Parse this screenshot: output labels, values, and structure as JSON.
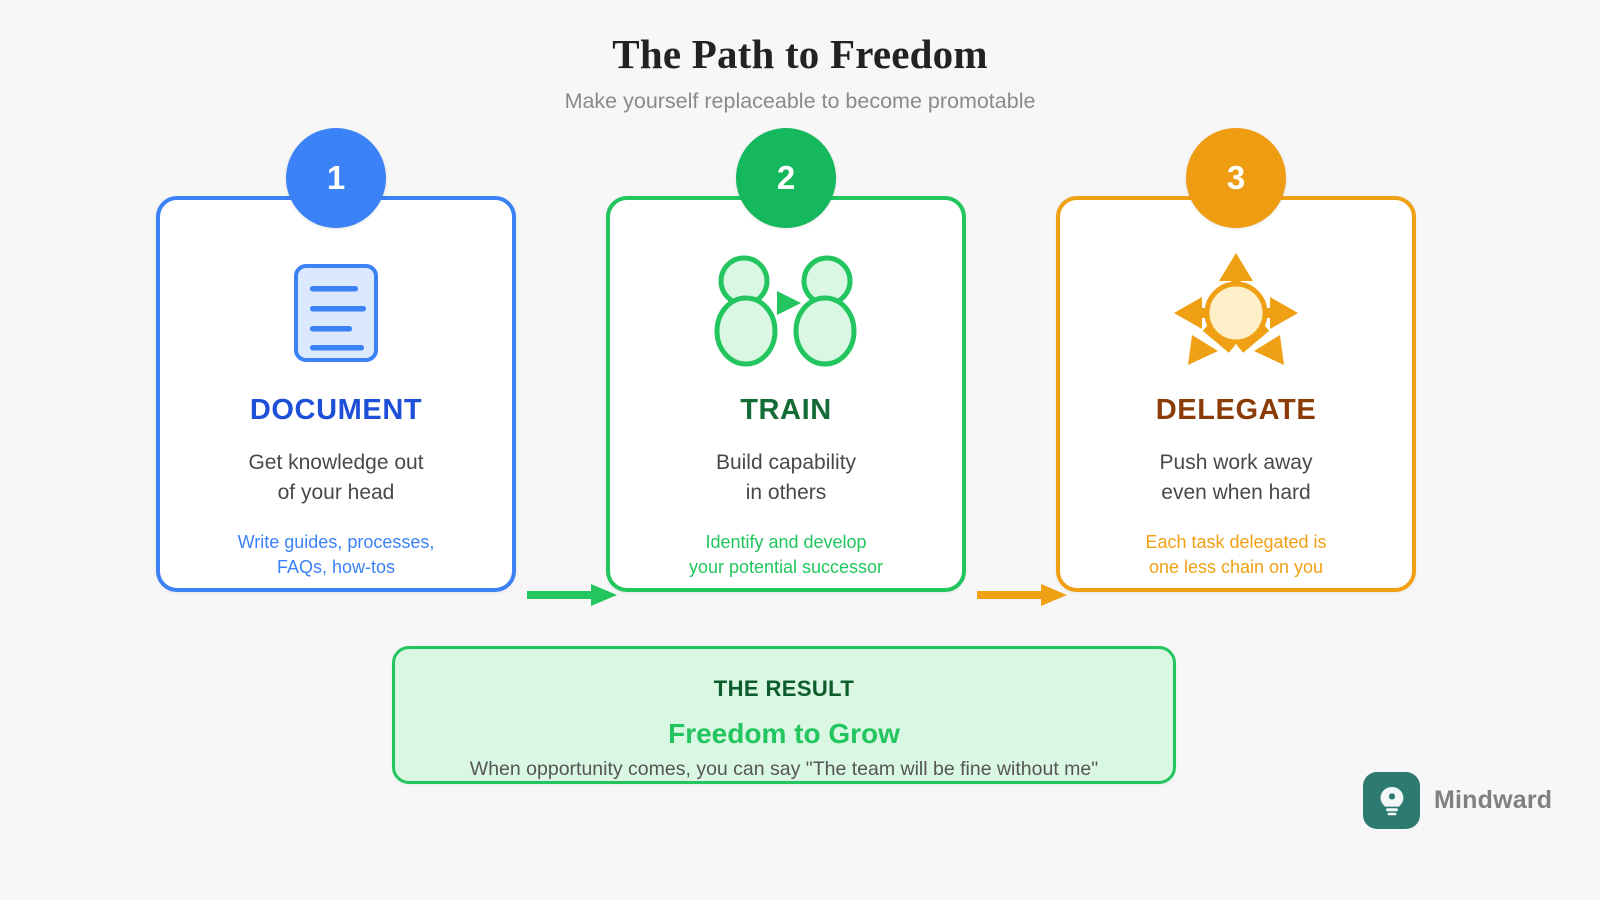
{
  "header": {
    "title": "The Path to Freedom",
    "subtitle": "Make yourself replaceable to become promotable"
  },
  "steps": [
    {
      "number": "1",
      "heading": "DOCUMENT",
      "desc_line1": "Get knowledge out",
      "desc_line2": "of your head",
      "detail_line1": "Write guides, processes,",
      "detail_line2": "FAQs, how-tos",
      "icon": "document-lines-icon",
      "color": "#3b82f6",
      "badge_color": "#3b82f6",
      "heading_color": "#1d4fd8",
      "icon_fill": "#dbe8fd"
    },
    {
      "number": "2",
      "heading": "TRAIN",
      "desc_line1": "Build capability",
      "desc_line2": "in others",
      "detail_line1": "Identify and develop",
      "detail_line2": "your potential successor",
      "icon": "two-people-transfer-icon",
      "color": "#22c55e",
      "badge_color": "#15b85c",
      "heading_color": "#136b36",
      "icon_fill": "#d9f7e3"
    },
    {
      "number": "3",
      "heading": "DELEGATE",
      "desc_line1": "Push work away",
      "desc_line2": "even when hard",
      "detail_line1": "Each task delegated is",
      "detail_line2": "one less chain on you",
      "icon": "radiating-arrows-icon",
      "color": "#f0a015",
      "badge_color": "#ee9c11",
      "heading_color": "#8a3b06",
      "icon_fill": "#fdf0c8"
    }
  ],
  "connectors": [
    {
      "name": "arrow-document-to-train",
      "color": "#22c55e"
    },
    {
      "name": "arrow-train-to-delegate",
      "color": "#f0a015"
    }
  ],
  "result": {
    "label": "THE RESULT",
    "headline": "Freedom to Grow",
    "quote": "When opportunity comes, you can say \"The team will be fine without me\"",
    "fill_color": "#d9f7e3",
    "border_color": "#22c55e",
    "headline_color": "#22c55e",
    "label_color": "#0d5c2c"
  },
  "brand": {
    "name": "Mindward",
    "icon": "lightbulb-icon",
    "mark_color": "#2d7a72",
    "text_color": "#808080"
  }
}
